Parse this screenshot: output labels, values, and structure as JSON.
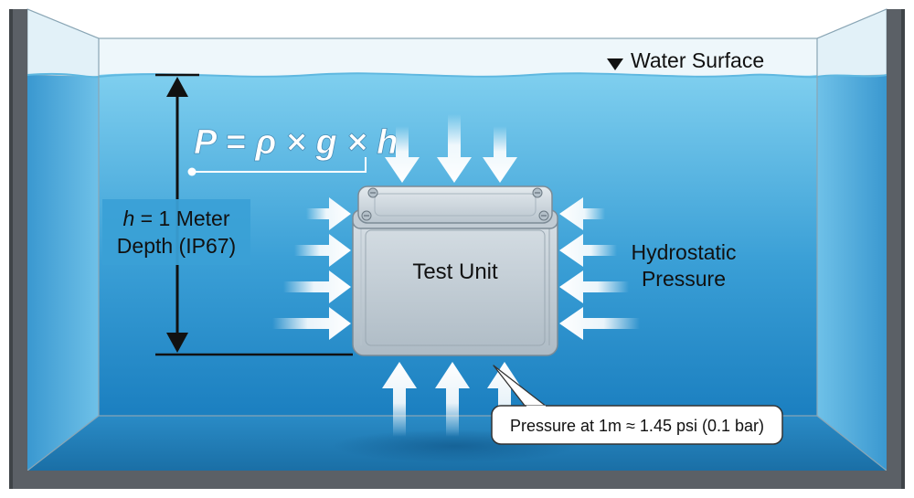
{
  "labels": {
    "water_surface": "Water Surface",
    "formula": "P = ρ × g × h",
    "depth_var": "h",
    "depth_value": " = 1 Meter",
    "depth_line2": "Depth (IP67)",
    "unit": "Test Unit",
    "pressure_line1": "Hydrostatic",
    "pressure_line2": "Pressure",
    "callout": "Pressure at 1m ≈ 1.45 psi (0.1 bar)"
  },
  "colors": {
    "water_top": "#7fcfef",
    "water_bottom": "#1b7fc0",
    "tank_frame": "#5b6066",
    "box": "#c9d3da"
  }
}
